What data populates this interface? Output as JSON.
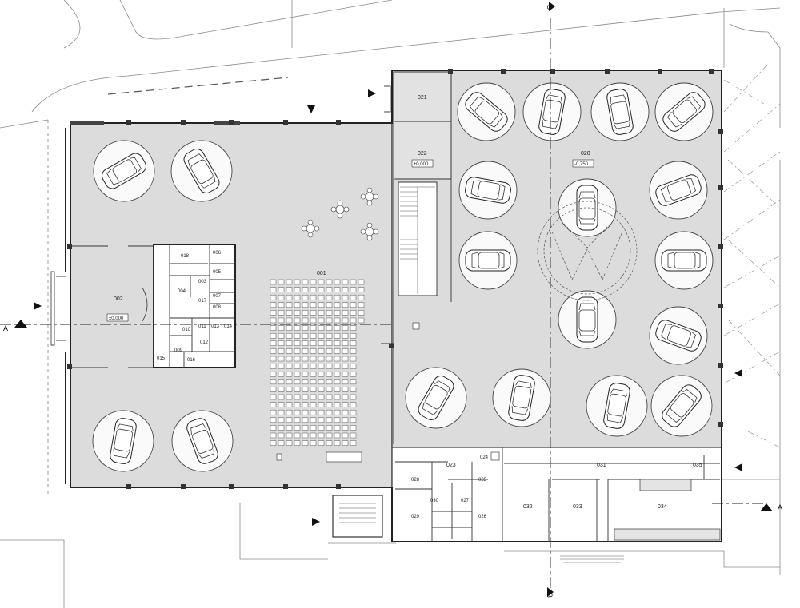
{
  "labels": {
    "hall": "001",
    "entrance": "002",
    "r003": "003",
    "r004": "004",
    "r005": "005",
    "r006": "006",
    "r007": "007",
    "r008": "008",
    "r009": "009",
    "r010": "010",
    "r011": "011",
    "r012": "012",
    "r013": "013",
    "r014": "014",
    "r015": "015",
    "r016": "016",
    "r017": "017",
    "r018": "018",
    "showroom": "020",
    "r021": "021",
    "r022": "022",
    "r023": "023",
    "r024": "024",
    "r025": "025",
    "r026": "026",
    "r027": "027",
    "r028": "028",
    "r029": "029",
    "r030": "030",
    "r031": "031",
    "r032": "032",
    "r033": "033",
    "r034": "034",
    "r035": "035"
  },
  "levels": {
    "entrance": "±0,000",
    "lobby": "±0,000",
    "showroom": "-0,750"
  },
  "sections": {
    "a": "A",
    "b": "B"
  }
}
